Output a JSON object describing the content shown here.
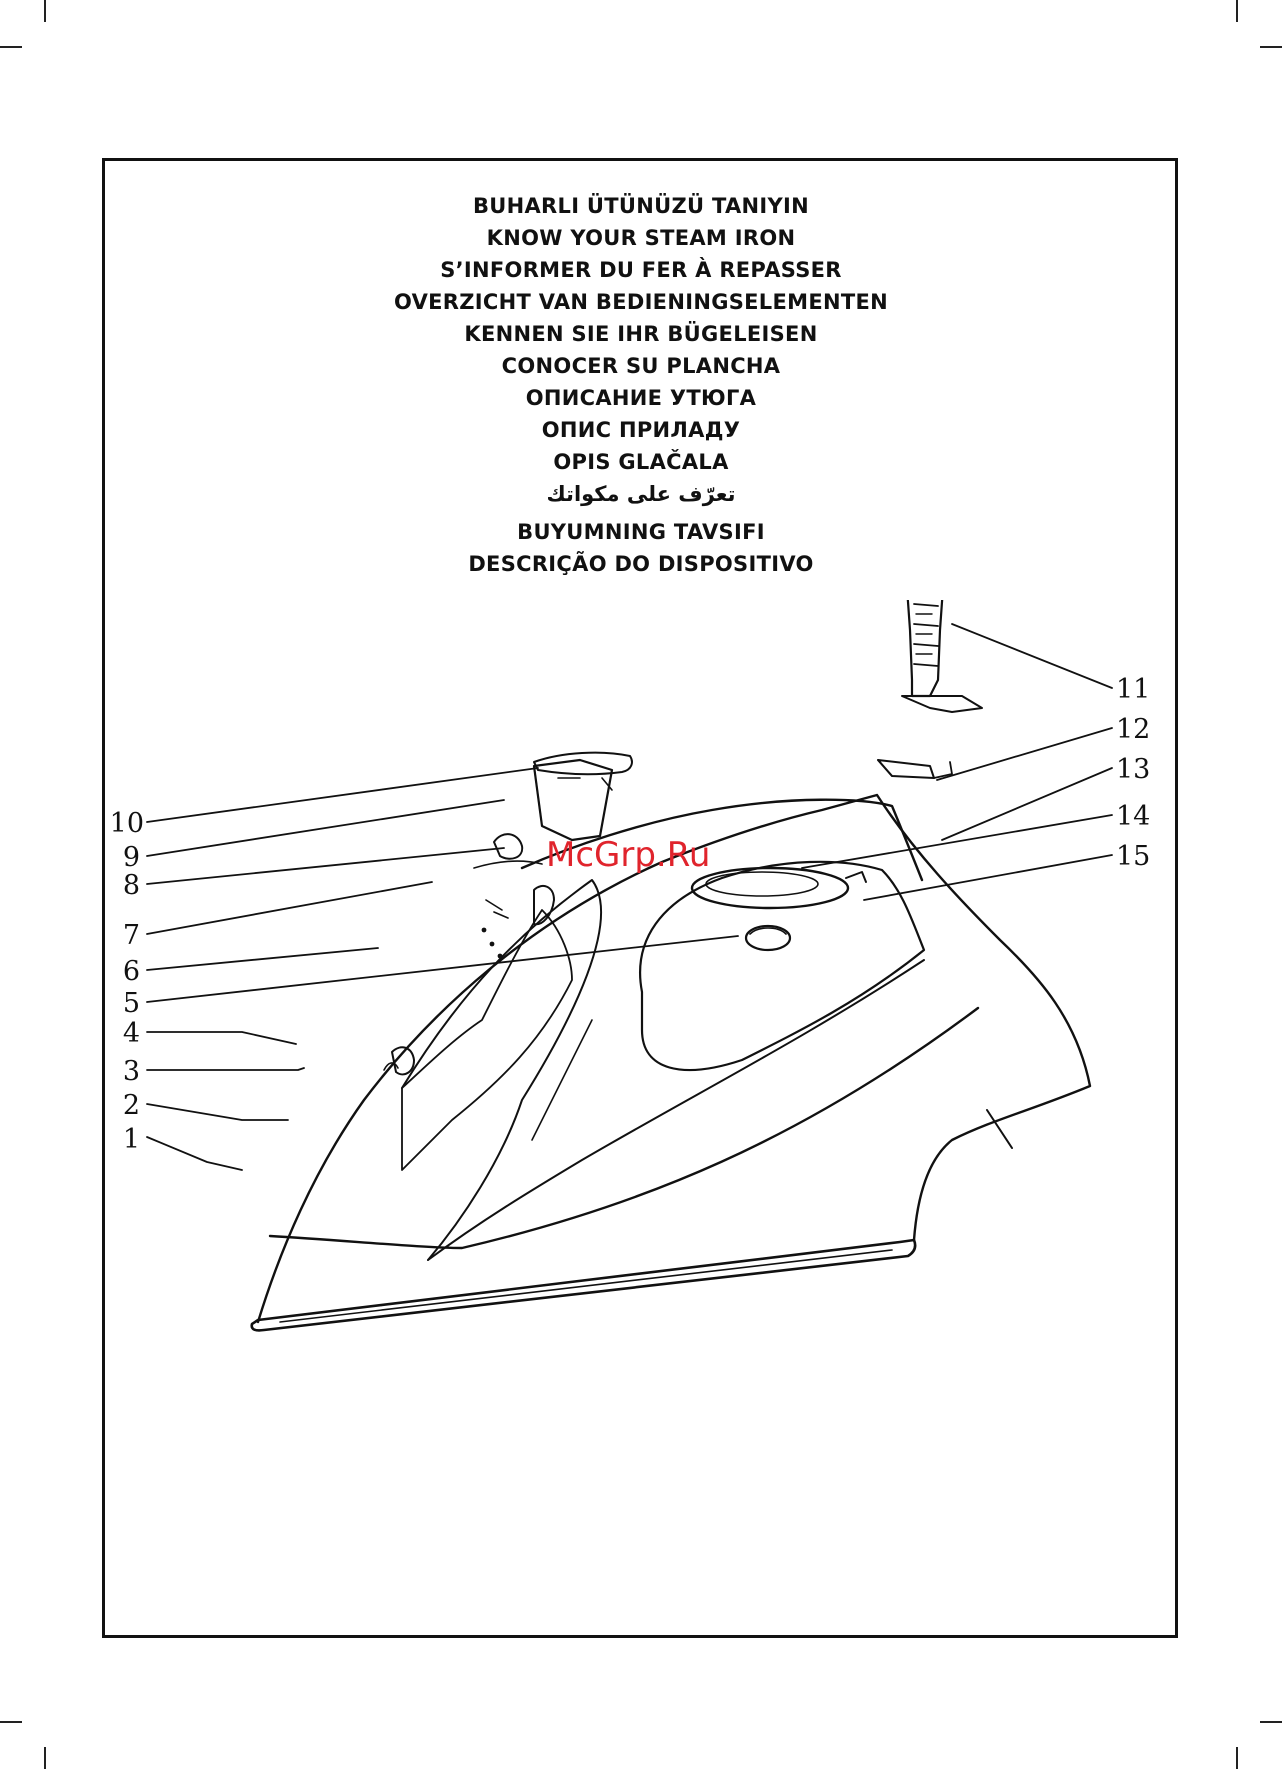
{
  "headings": [
    "BUHARLI ÜTÜNÜZÜ TANIYIN",
    "KNOW YOUR STEAM IRON",
    "S’INFORMER DU FER À REPASSER",
    "OVERZICHT VAN BEDIENINGSELEMENTEN",
    "KENNEN SIE IHR BÜGELEISEN",
    "CONOCER SU PLANCHA",
    "ОПИСАНИЕ УТЮГА",
    "ОПИС ПРИЛАДУ",
    "OPIS GLAČALA",
    "تعرّف على مكواتك",
    "BUYUMNING TAVSIFI",
    "DESCRIÇÃO DO DISPOSITIVO"
  ],
  "watermark": "McGrp.Ru",
  "callouts": [
    "1",
    "2",
    "3",
    "4",
    "5",
    "6",
    "7",
    "8",
    "9",
    "10",
    "11",
    "12",
    "13",
    "14",
    "15"
  ]
}
